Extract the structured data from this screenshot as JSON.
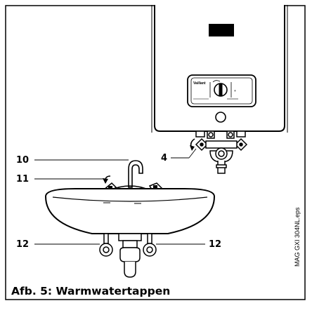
{
  "figure": {
    "caption": "Afb. 5: Warmwatertappen",
    "file_reference": "MAG GXI 304NL.eps",
    "brand_label": "Vaillant",
    "callouts": [
      {
        "id": "10",
        "label": "10"
      },
      {
        "id": "11",
        "label": "11"
      },
      {
        "id": "4",
        "label": "4"
      },
      {
        "id": "12-left",
        "label": "12"
      },
      {
        "id": "12-right",
        "label": "12"
      }
    ]
  }
}
